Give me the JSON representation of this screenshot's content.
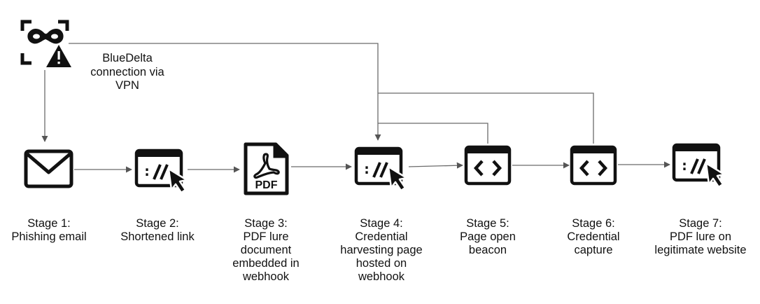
{
  "actor": {
    "icon": "threat-actor-mask-warning-icon",
    "connection_label": [
      "BlueDelta",
      "connection via",
      "VPN"
    ]
  },
  "stages": [
    {
      "id": "stage-1",
      "icon": "envelope-icon",
      "lines": [
        "Stage 1:",
        "Phishing email"
      ]
    },
    {
      "id": "stage-2",
      "icon": "browser-url-cursor-icon",
      "lines": [
        "Stage 2:",
        "Shortened link"
      ]
    },
    {
      "id": "stage-3",
      "icon": "pdf-document-icon",
      "icon_text": "PDF",
      "lines": [
        "Stage 3:",
        "PDF lure",
        "document",
        "embedded in",
        "webhook"
      ]
    },
    {
      "id": "stage-4",
      "icon": "browser-url-cursor-icon",
      "lines": [
        "Stage 4:",
        "Credential",
        "harvesting page",
        "hosted on",
        "webhook"
      ]
    },
    {
      "id": "stage-5",
      "icon": "code-window-icon",
      "lines": [
        "Stage 5:",
        "Page open",
        "beacon"
      ]
    },
    {
      "id": "stage-6",
      "icon": "code-window-icon",
      "lines": [
        "Stage 6:",
        "Credential",
        "capture"
      ]
    },
    {
      "id": "stage-7",
      "icon": "browser-url-cursor-icon",
      "lines": [
        "Stage 7:",
        "PDF lure on",
        "legitimate website"
      ]
    }
  ],
  "colors": {
    "icon": "#111111",
    "line": "#6b6b6b",
    "text": "#111111"
  }
}
